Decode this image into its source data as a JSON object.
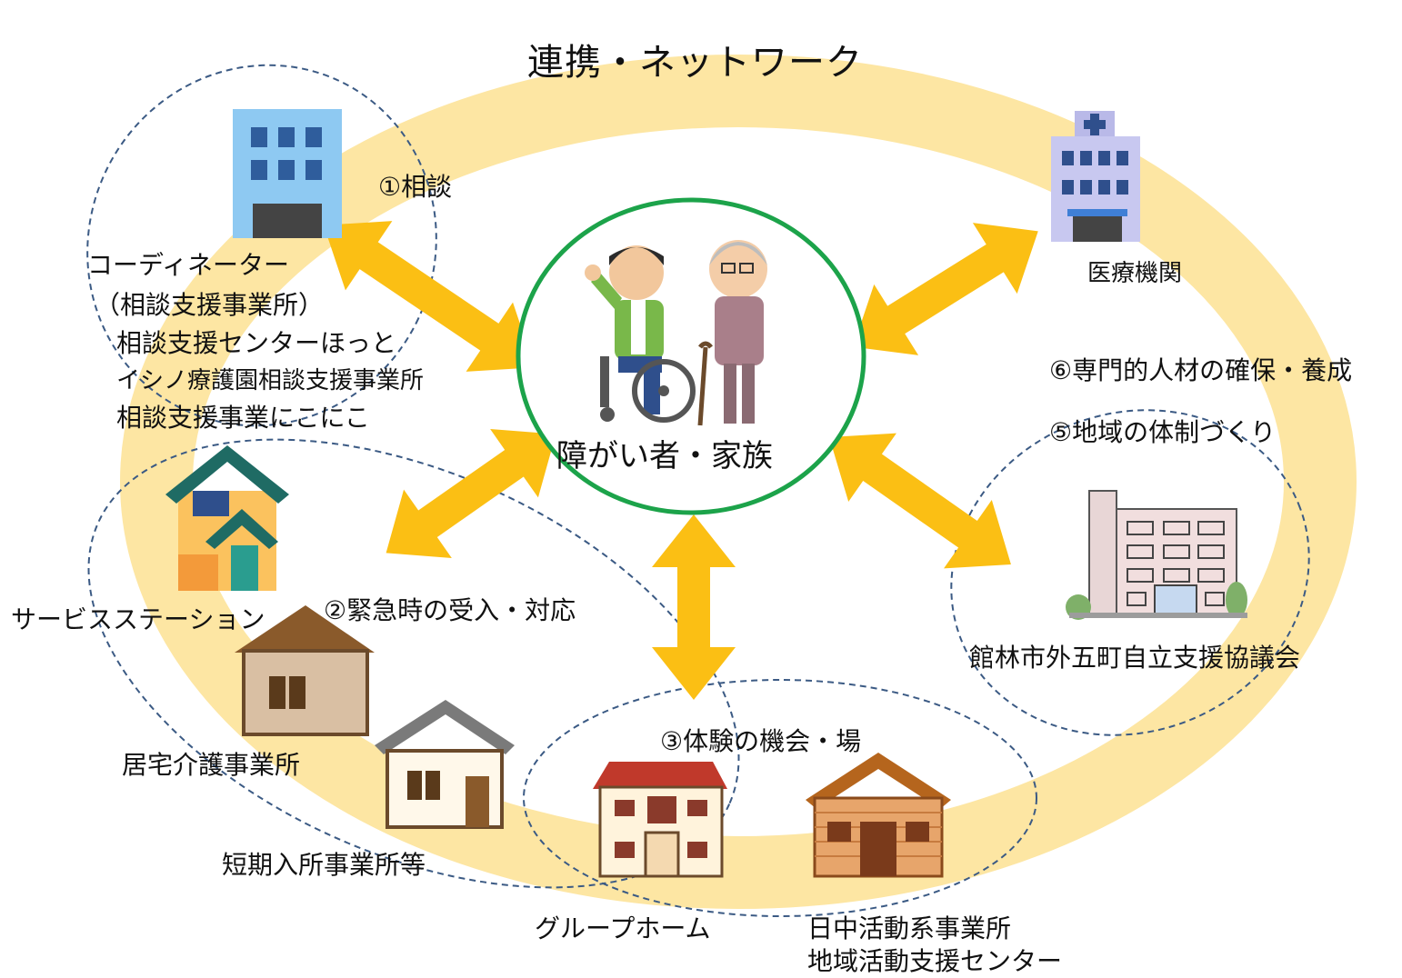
{
  "title": "連携・ネットワーク",
  "center": {
    "label": "障がい者・家族"
  },
  "themes": {
    "t1": "①相談",
    "t2": "②緊急時の受入・対応",
    "t3": "③体験の機会・場",
    "t5": "⑤地域の体制づくり",
    "t6": "⑥専門的人材の確保・養成"
  },
  "nodes": {
    "coordinator": {
      "title": "コーディネーター",
      "subtitle": "（相談支援事業所）",
      "items": [
        "相談支援センターほっと",
        "イシノ療護園相談支援事業所",
        "相談支援事業にこにこ"
      ]
    },
    "medical": "医療機関",
    "service_station": "サービスステーション",
    "home_care": "居宅介護事業所",
    "short_stay": "短期入所事業所等",
    "group_home": "グループホーム",
    "day_activity": [
      "日中活動系事業所",
      "地域活動支援センター"
    ],
    "council": "館林市外五町自立支援協議会"
  },
  "colors": {
    "ring": "#fde6a3",
    "arrow": "#fbbf14",
    "center_circle": "#1ca34a",
    "dashed": "#3b5a84"
  }
}
